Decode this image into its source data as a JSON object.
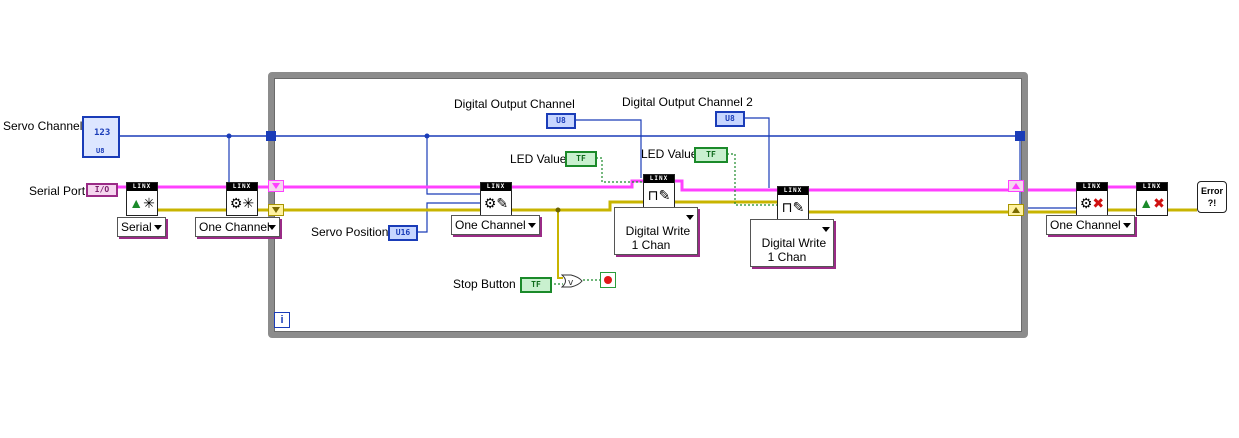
{
  "labels": {
    "servo_channel": "Servo Channel",
    "serial_port": "Serial Port",
    "servo_position": "Servo Position",
    "digital_output_channel": "Digital Output Channel",
    "digital_output_channel_2": "Digital Output Channel 2",
    "led_value_1": "LED Value",
    "led_value_2": "LED Value",
    "stop_button": "Stop Button"
  },
  "constants": {
    "servo_channel_type": "U8",
    "servo_channel_display": "123",
    "serial_port_type": "I/O",
    "servo_position_type": "U16",
    "do_channel_type": "U8",
    "do_channel_2_type": "U8",
    "led_value_1_type": "TF",
    "led_value_2_type": "TF",
    "stop_button_type": "TF"
  },
  "vis": {
    "linx_open": "LINX",
    "servo_open": "LINX",
    "servo_write": "LINX",
    "digital_write_1": "LINX",
    "digital_write_2": "LINX",
    "servo_close": "LINX",
    "linx_close": "LINX"
  },
  "rings": {
    "open_type": "Serial",
    "servo_open_mode": "One Channel",
    "servo_write_mode": "One Channel",
    "digital_write_1_mode": "Digital Write\n1 Chan",
    "digital_write_2_mode": "Digital Write\n1 Chan",
    "servo_close_mode": "One Channel"
  },
  "loop": {
    "iteration": "i"
  },
  "error_indicator": {
    "line1": "Error",
    "line2": "?!"
  },
  "colors": {
    "refnum_wire": "#ff40ff",
    "error_wire": "#c8b400",
    "numeric_wire": "#1a3cb8",
    "boolean_wire": "#1b8a2a"
  }
}
